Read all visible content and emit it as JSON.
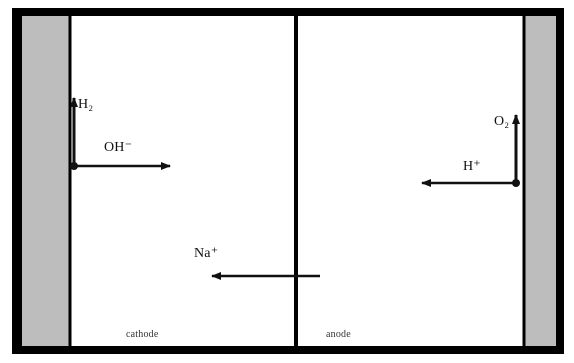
{
  "diagram": {
    "labels": {
      "h2": "H₂",
      "oh": "OH⁻",
      "o2": "O₂",
      "h": "H⁺",
      "na": "Na⁺"
    },
    "compartments": {
      "left": "cathode",
      "right": "anode"
    },
    "colors": {
      "frame": "#000000",
      "electrode": "#bdbdbd",
      "background": "#ffffff"
    }
  }
}
